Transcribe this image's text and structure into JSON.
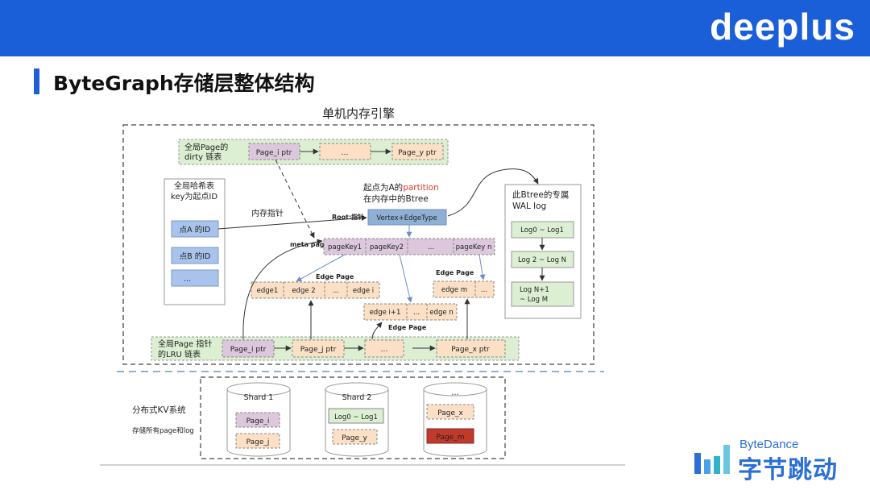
{
  "header": {
    "brand": "deeplus"
  },
  "slide": {
    "title": "ByteGraph存储层整体结构"
  },
  "diagram": {
    "engine_label": "单机内存引擎",
    "dirty_list": {
      "label_line1": "全局Page的",
      "label_line2": "dirty 链表",
      "cells": [
        "Page_i ptr",
        "…",
        "Page_y ptr"
      ]
    },
    "hash_table": {
      "label_line1": "全局哈希表",
      "label_line2": "key为起点ID",
      "items": [
        "点A 的ID",
        "点B 的ID",
        "..."
      ]
    },
    "mem_pointer_label": "内存指针",
    "partition": {
      "line1_prefix": "起点为A的",
      "line1_highlight": "partition",
      "line2": "在内存中的Btree"
    },
    "root_label": "Root:指针",
    "root_node": "Vertex+EdgeType",
    "meta_page_label": "meta page",
    "meta_cells": [
      "pageKey1",
      "pageKey2",
      "...",
      "pageKey n"
    ],
    "edge_page_label": "Edge Page",
    "edge_page_1": [
      "edge1",
      "edge 2",
      "...",
      "edge i"
    ],
    "edge_page_2": [
      "edge m",
      "..."
    ],
    "edge_page_3": [
      "edge i+1",
      "...",
      "edge n"
    ],
    "wal": {
      "label_line1": "此Btree的专属",
      "label_line2": "WAL log",
      "items": [
        "Log0 ~ Log1",
        "Log 2 ~ Log N",
        "Log N+1",
        "~   Log M"
      ]
    },
    "lru_list": {
      "label_line1": "全局Page 指针",
      "label_line2": "的LRU 链表",
      "cells": [
        "Page_i ptr",
        "Page_j ptr",
        "…",
        "Page_x ptr"
      ]
    },
    "kv": {
      "label_line1": "分布式KV系统",
      "label_line2": "存储所有page和log",
      "shards": [
        {
          "title": "Shard 1",
          "items": [
            "Page_i",
            "Page_j"
          ]
        },
        {
          "title": "Shard 2",
          "items": [
            "Log0 ~ Log1",
            "Page_y"
          ]
        },
        {
          "title": "...",
          "items": [
            "Page_x",
            "Page_m"
          ]
        }
      ]
    }
  },
  "footer": {
    "logo_en": "ByteDance",
    "logo_cn": "字节跳动"
  },
  "colors": {
    "header_blue": "#1b5fd8",
    "green_fill": "#dcefd2",
    "purple_fill": "#dcc7dd",
    "orange_fill": "#fbe0c5",
    "blue_fill": "#a9c4ec",
    "red_fill": "#c0392b",
    "partition_red": "#e0392b"
  }
}
